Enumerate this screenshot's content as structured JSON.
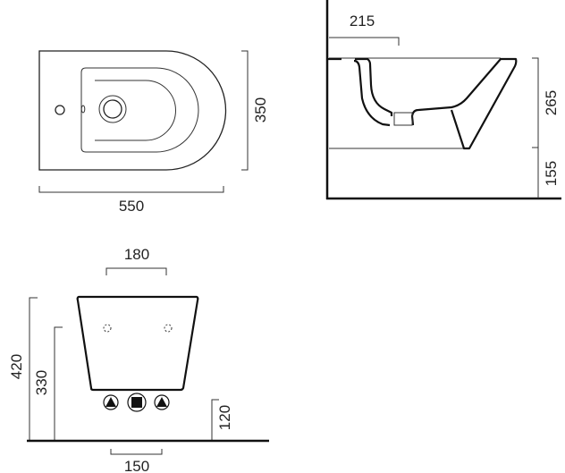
{
  "top_view": {
    "length": "550",
    "width": "350"
  },
  "side_view": {
    "drain_offset": "215",
    "height": "265",
    "floor_clearance": "155"
  },
  "front_view": {
    "top_width": "180",
    "overall_height": "420",
    "fixing_height": "330",
    "waste_height": "120",
    "waste_spacing": "150"
  }
}
